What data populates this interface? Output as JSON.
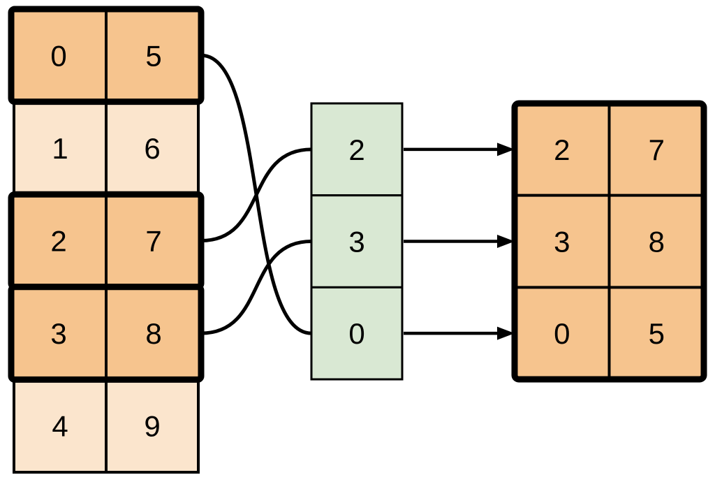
{
  "colors": {
    "highlight_fill": "#F6C48E",
    "muted_fill": "#FBE5CD",
    "index_fill": "#D9E8D3",
    "line": "#000000",
    "background": "#FFFFFF"
  },
  "source_table": {
    "rows": [
      {
        "values": [
          "0",
          "5"
        ],
        "highlighted": true
      },
      {
        "values": [
          "1",
          "6"
        ],
        "highlighted": false
      },
      {
        "values": [
          "2",
          "7"
        ],
        "highlighted": true
      },
      {
        "values": [
          "3",
          "8"
        ],
        "highlighted": true
      },
      {
        "values": [
          "4",
          "9"
        ],
        "highlighted": false
      }
    ]
  },
  "index_column": {
    "cells": [
      "2",
      "3",
      "0"
    ]
  },
  "result_table": {
    "rows": [
      [
        "2",
        "7"
      ],
      [
        "3",
        "8"
      ],
      [
        "0",
        "5"
      ]
    ]
  },
  "connections": [
    {
      "source_row": 0,
      "index_cell": 2
    },
    {
      "source_row": 2,
      "index_cell": 0
    },
    {
      "source_row": 3,
      "index_cell": 1
    }
  ],
  "arrows": [
    {
      "index_cell": 0,
      "result_row": 0
    },
    {
      "index_cell": 1,
      "result_row": 1
    },
    {
      "index_cell": 2,
      "result_row": 2
    }
  ]
}
